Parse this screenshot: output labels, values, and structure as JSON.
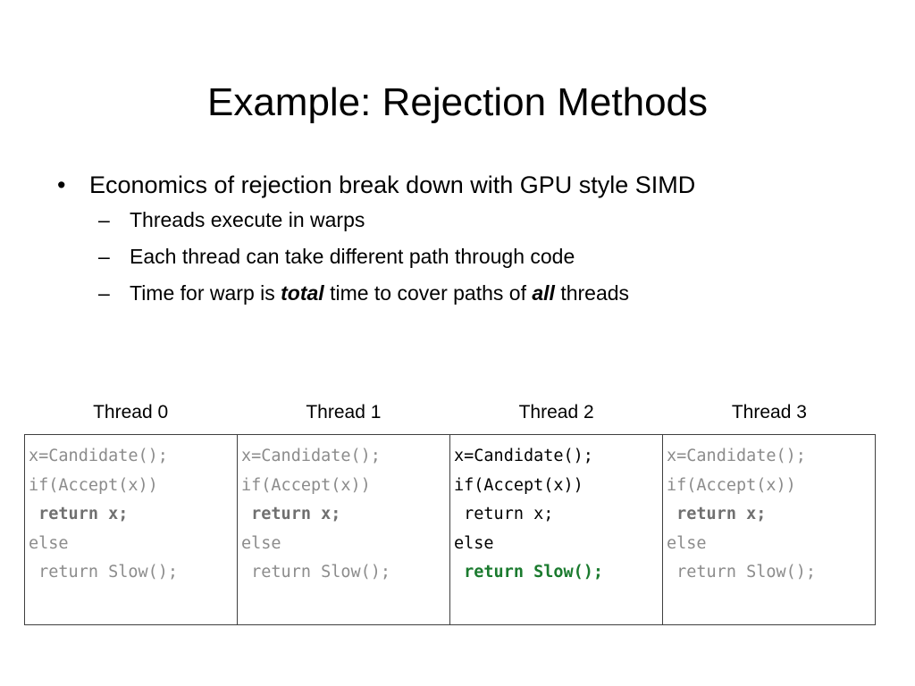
{
  "slide": {
    "title": "Example: Rejection Methods",
    "bullets": [
      {
        "level": 1,
        "marker": "•",
        "text": "Economics of rejection break down with GPU style SIMD"
      },
      {
        "level": 2,
        "marker": "–",
        "text": "Threads execute in warps"
      },
      {
        "level": 2,
        "marker": "–",
        "text": "Each thread can take different path through code"
      },
      {
        "level": 2,
        "marker": "–",
        "text_parts": {
          "a": "Time for warp is ",
          "emph1": "total",
          "b": " time to cover paths of ",
          "emph2": "all",
          "c": " threads"
        }
      }
    ],
    "columns": [
      {
        "header": "Thread 0",
        "state": "dim",
        "lines": [
          {
            "text": "x=Candidate();",
            "highlight": false
          },
          {
            "text": "if(Accept(x))",
            "highlight": false
          },
          {
            "text": " return x;",
            "highlight": true
          },
          {
            "text": "else",
            "highlight": false
          },
          {
            "text": " return Slow();",
            "highlight": false
          }
        ]
      },
      {
        "header": "Thread 1",
        "state": "dim",
        "lines": [
          {
            "text": "x=Candidate();",
            "highlight": false
          },
          {
            "text": "if(Accept(x))",
            "highlight": false
          },
          {
            "text": " return x;",
            "highlight": true
          },
          {
            "text": "else",
            "highlight": false
          },
          {
            "text": " return Slow();",
            "highlight": false
          }
        ]
      },
      {
        "header": "Thread 2",
        "state": "active",
        "lines": [
          {
            "text": "x=Candidate();",
            "highlight": false
          },
          {
            "text": "if(Accept(x))",
            "highlight": false
          },
          {
            "text": " return x;",
            "highlight": false
          },
          {
            "text": "else",
            "highlight": false
          },
          {
            "text": " return Slow();",
            "highlight": true
          }
        ]
      },
      {
        "header": "Thread 3",
        "state": "dim",
        "lines": [
          {
            "text": "x=Candidate();",
            "highlight": false
          },
          {
            "text": "if(Accept(x))",
            "highlight": false
          },
          {
            "text": " return x;",
            "highlight": true
          },
          {
            "text": "else",
            "highlight": false
          },
          {
            "text": " return Slow();",
            "highlight": false
          }
        ]
      }
    ],
    "colors": {
      "dim_text": "#8c8c8c",
      "dim_highlight": "#707070",
      "active_text": "#000000",
      "active_highlight": "#1a7a2e",
      "border": "#3f3f3f",
      "background": "#ffffff"
    }
  }
}
